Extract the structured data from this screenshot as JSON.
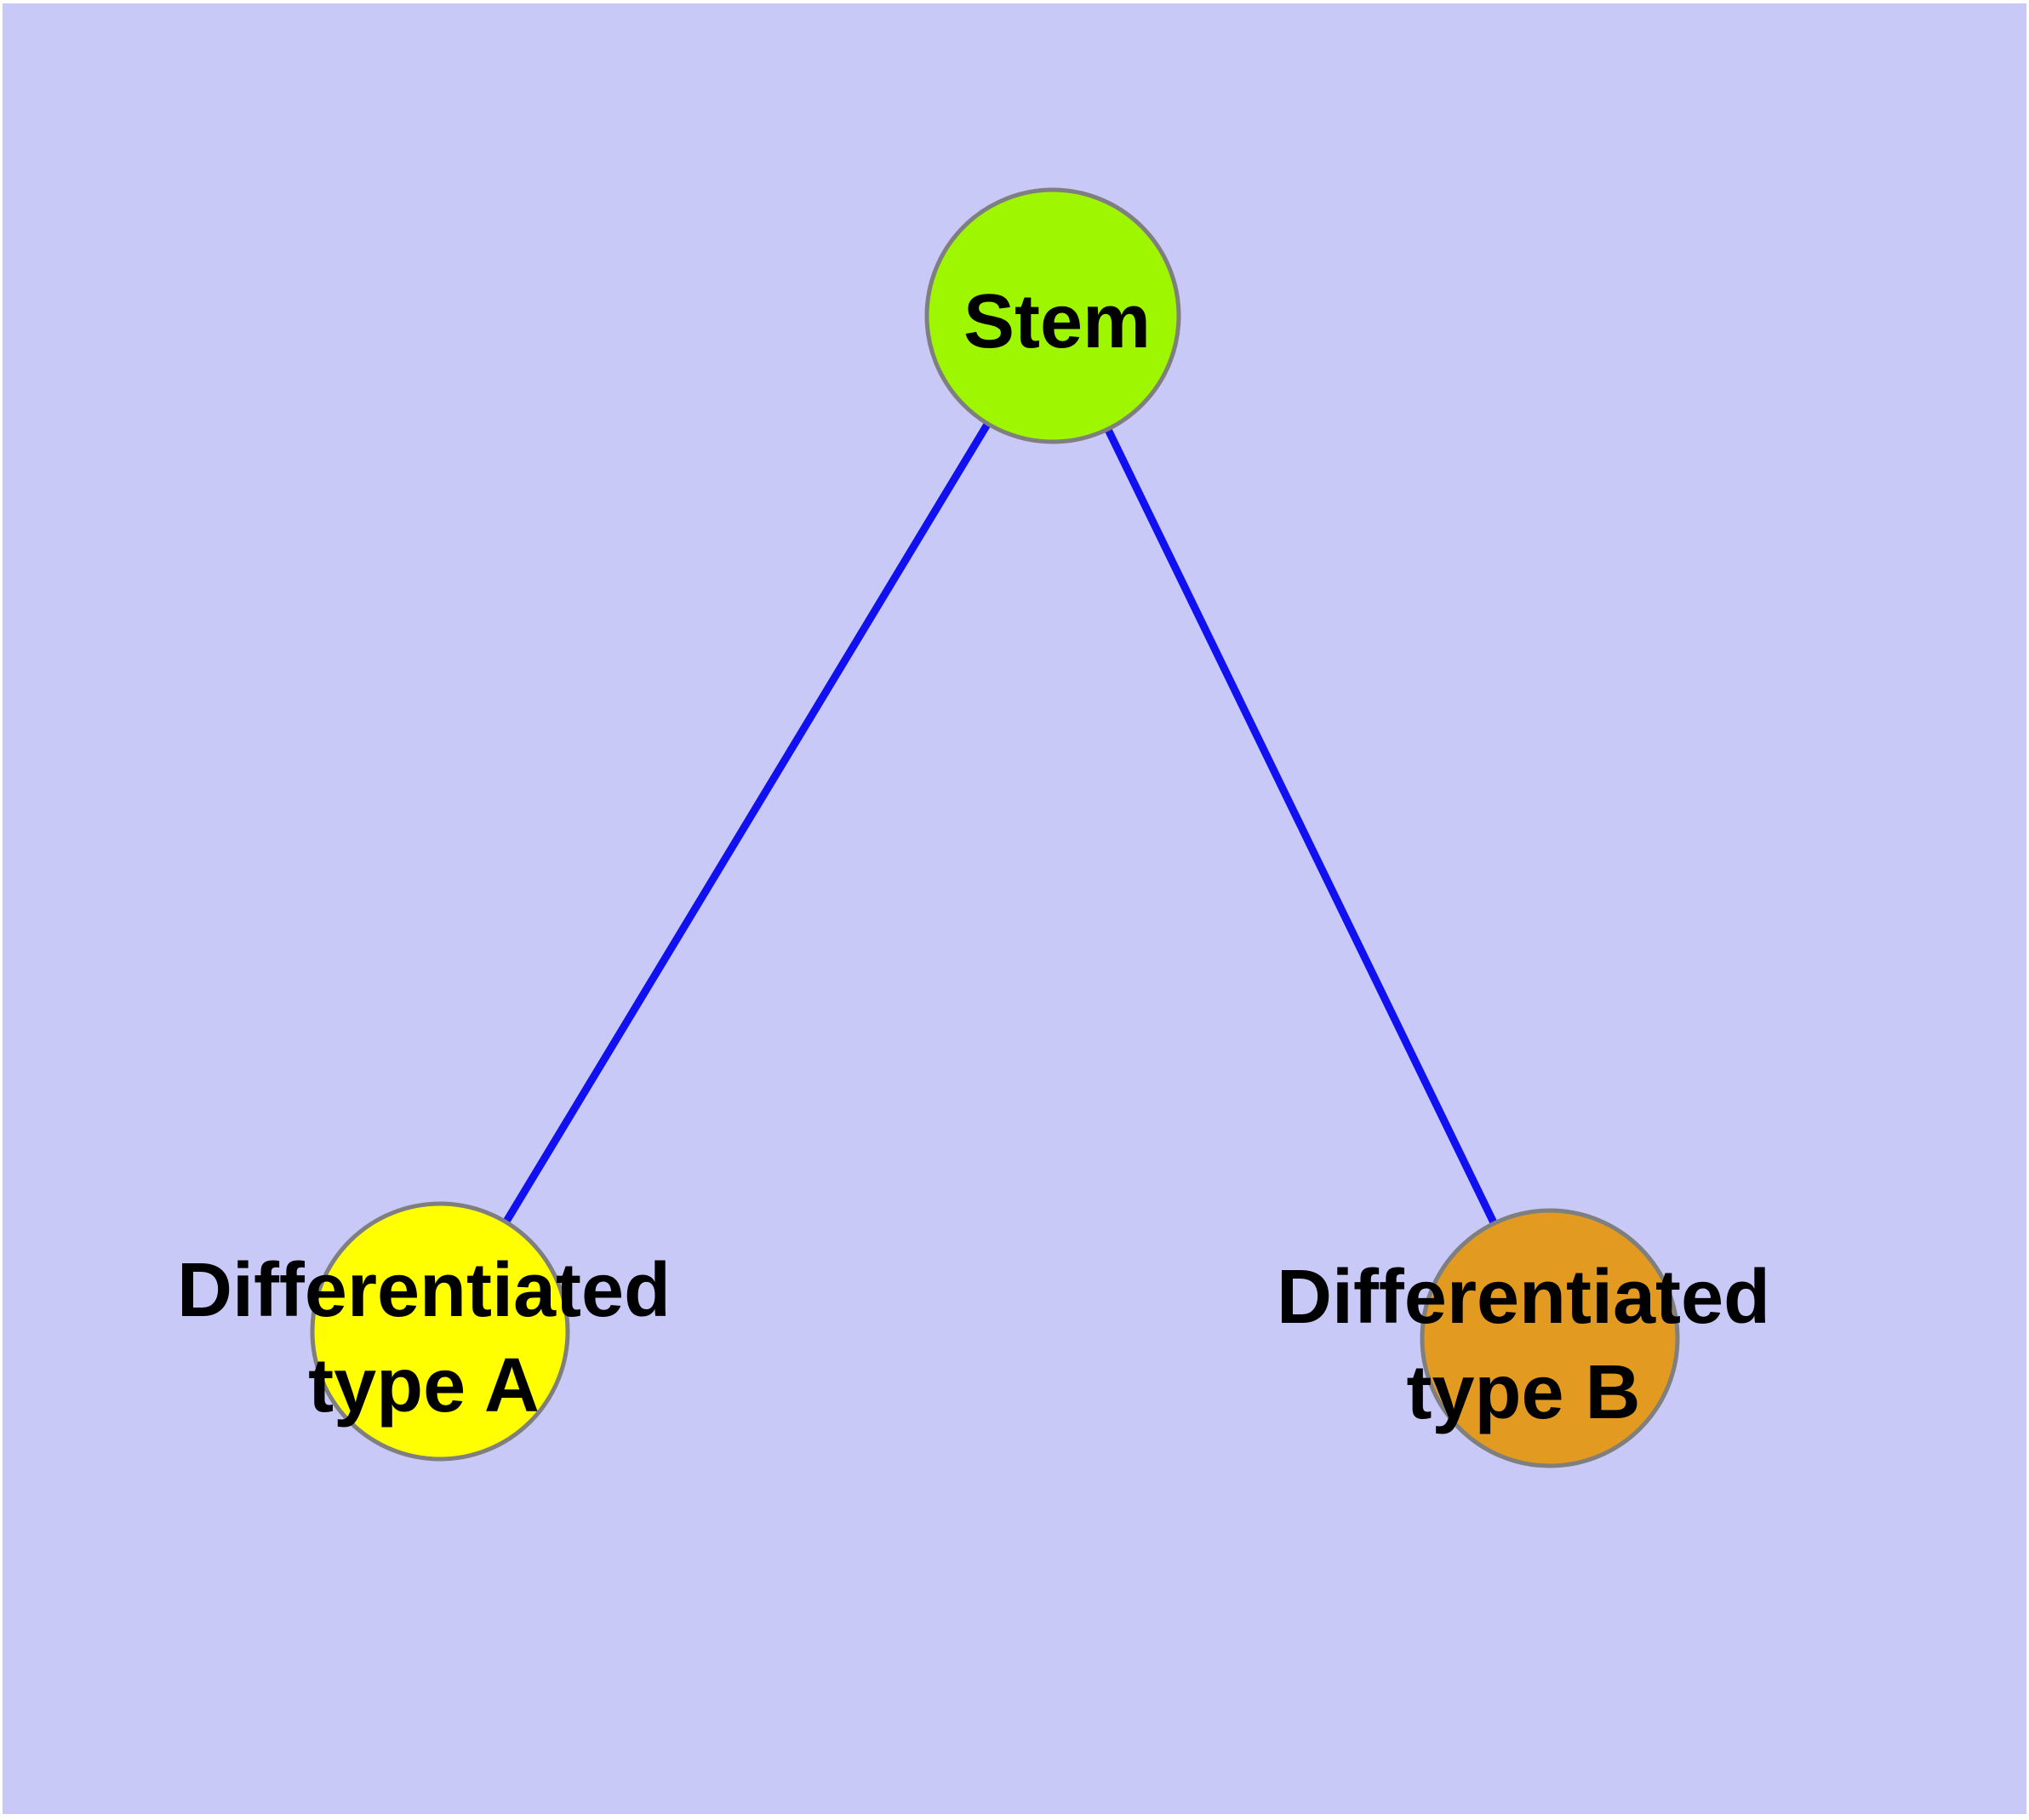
{
  "diagram": {
    "type": "node-link-graph",
    "colors": {
      "canvas": "#ffffff",
      "background": "#c9c9f7",
      "edge": "#1010f0",
      "node_border": "#7f7f7f",
      "label_text": "#000000"
    },
    "nodes": {
      "stem": {
        "label": "Stem",
        "fill": "#9ef701"
      },
      "type_a": {
        "label_lines": [
          "Differentiated",
          "type A"
        ],
        "fill": "#ffff00"
      },
      "type_b": {
        "label_lines": [
          "Differentiated",
          "type B"
        ],
        "fill": "#e29a20"
      }
    },
    "edges": [
      {
        "from": "stem",
        "to": "type_a"
      },
      {
        "from": "stem",
        "to": "type_b"
      }
    ]
  }
}
